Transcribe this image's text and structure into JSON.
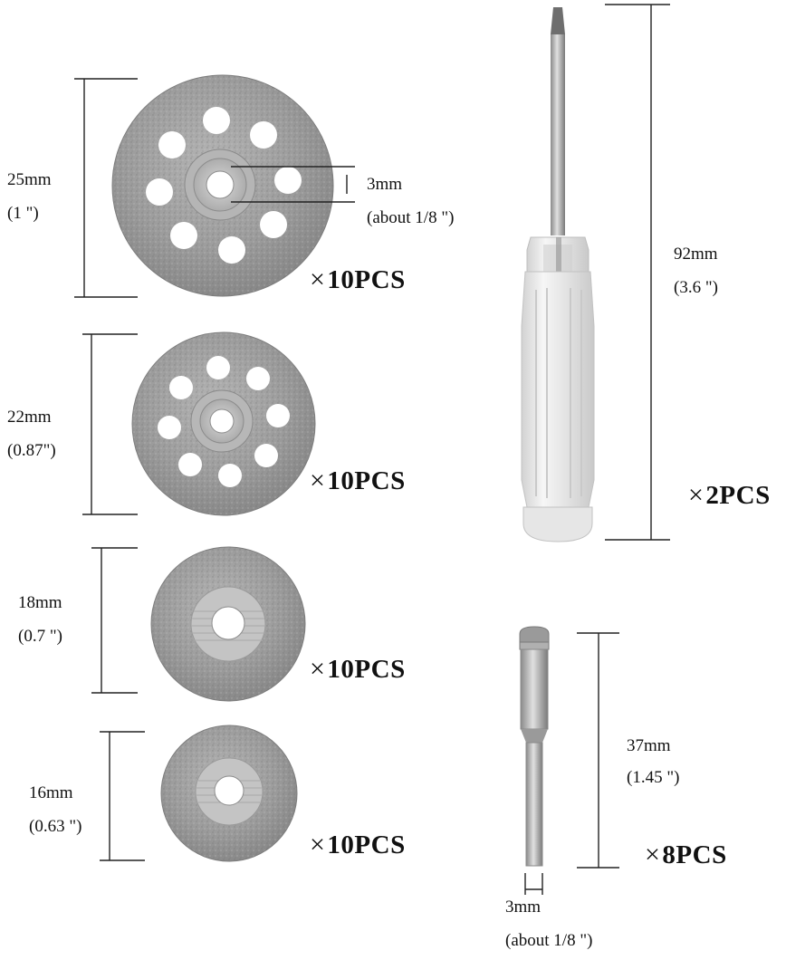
{
  "discs": [
    {
      "size_mm": "25mm",
      "size_in": "(1 \")",
      "quantity": "10PCS",
      "center_hole_mm": "3mm",
      "center_hole_in": "(about 1/8 \")"
    },
    {
      "size_mm": "22mm",
      "size_in": "(0.87\")",
      "quantity": "10PCS"
    },
    {
      "size_mm": "18mm",
      "size_in": "(0.7 \")",
      "quantity": "10PCS"
    },
    {
      "size_mm": "16mm",
      "size_in": "(0.63 \")",
      "quantity": "10PCS"
    }
  ],
  "screwdriver": {
    "length_mm": "92mm",
    "length_in": "(3.6 \")",
    "quantity": "2PCS"
  },
  "mandrel": {
    "length_mm": "37mm",
    "length_in": "(1.45 \")",
    "quantity": "8PCS",
    "shank_mm": "3mm",
    "shank_in": "(about 1/8 \")"
  },
  "multiply_symbol": "×",
  "colors": {
    "disc_metal": "#9a9a9a",
    "disc_dark": "#7c7c7c",
    "handle": "#e9e9e9",
    "line": "#222222"
  }
}
